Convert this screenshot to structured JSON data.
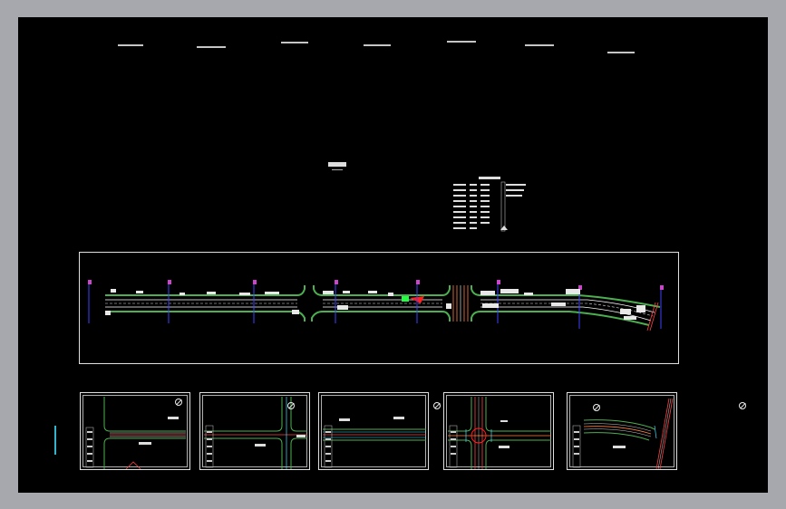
{
  "window": {
    "title": ""
  },
  "header_blocks": 7,
  "colors": {
    "background": "#a6a8ad",
    "canvas": "#000000",
    "road_edge": "#4caf50",
    "lane_line": "#ffffff",
    "marker": "#cc44cc",
    "highlight_red": "#ff2020",
    "highlight_green": "#20ff40",
    "cyan": "#40e0ff",
    "orange": "#ff8040"
  },
  "icons": {
    "compass": "compass-icon",
    "marker": "station-marker-icon"
  },
  "sheets": [
    {
      "id": "sheet-1"
    },
    {
      "id": "sheet-2"
    },
    {
      "id": "sheet-3"
    },
    {
      "id": "sheet-4"
    },
    {
      "id": "sheet-5"
    }
  ]
}
